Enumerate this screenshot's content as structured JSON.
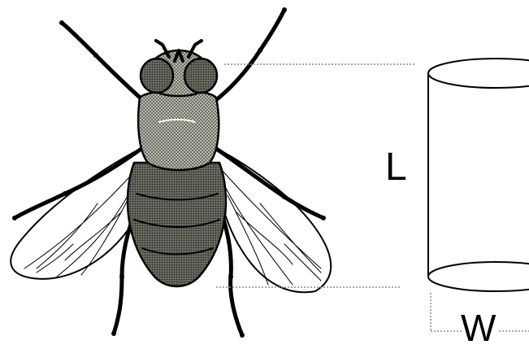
{
  "diagram": {
    "length_label": "L",
    "width_label": "W"
  },
  "illustration": {
    "subject": "fly-icon",
    "model": "cylinder"
  },
  "colors": {
    "ink": "#000000",
    "body_shade": "#6e6e62",
    "thorax_shade": "#8a8a7e",
    "wing_fill": "#ffffff",
    "guide_line": "#8a8a8a"
  }
}
